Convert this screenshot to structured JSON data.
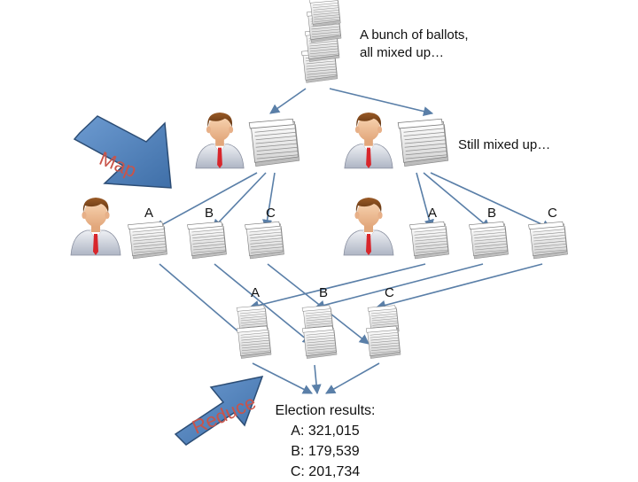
{
  "annotations": {
    "top_note_line1": "A bunch of ballots,",
    "top_note_line2": "all mixed up…",
    "mid_note": "Still mixed up…"
  },
  "phases": {
    "map": "Map",
    "reduce": "Reduce"
  },
  "letters": [
    "A",
    "B",
    "C"
  ],
  "results": {
    "title": "Election results:",
    "lines": [
      "A: 321,015",
      "B: 179,539",
      "C: 201,734"
    ]
  },
  "icons": {
    "stack": "paper-stack-icon",
    "person": "businessman-icon",
    "phase_arrow": "block-arrow-icon"
  },
  "colors": {
    "arrow_fill": "#4f81bd",
    "arrow_stroke": "#2c4d75",
    "connector": "#5a7fa8",
    "phase_text": "#c8544a",
    "tie": "#d8262b"
  }
}
